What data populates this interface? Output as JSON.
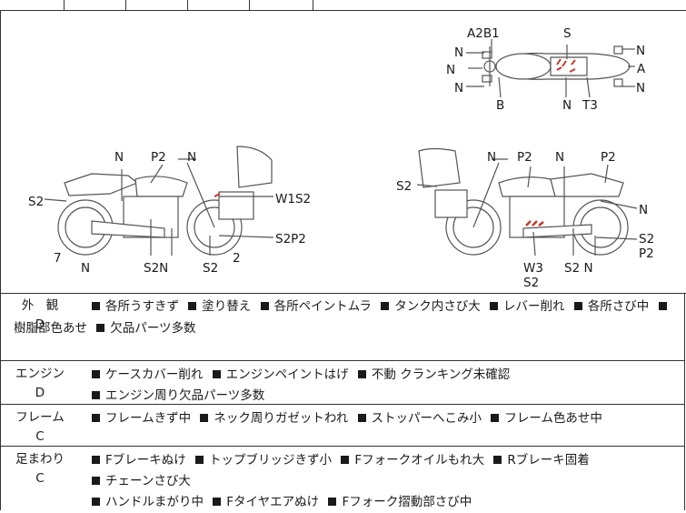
{
  "diagram": {
    "top_view_labels": {
      "a2b1": "A2B1",
      "s": "S",
      "n1": "N",
      "n2": "N",
      "n3": "N",
      "n4": "N",
      "a": "A",
      "n5": "N",
      "b": "B",
      "n6": "N",
      "t3": "T3"
    },
    "left_view_labels": {
      "n_top": "N",
      "p2": "P2",
      "n_handle": "N",
      "s2_left": "S2",
      "w1s2": "W1S2",
      "s2p2": "S2P2",
      "seven": "7",
      "n_bot1": "N",
      "s2n": "S2N",
      "s2_bot": "S2",
      "two": "2"
    },
    "right_view_labels": {
      "n_handle": "N",
      "p2_a": "P2",
      "n_mid": "N",
      "p2_b": "P2",
      "s2_left": "S2",
      "n_right": "N",
      "s2": "S2",
      "p2": "P2",
      "w3": "W3",
      "s2_w": "S2",
      "s2n": "S2 N"
    }
  },
  "rows": [
    {
      "category": "外　観",
      "grade": "D",
      "items": [
        "各所うすきず",
        "塗り替え",
        "各所ペイントムラ",
        "タンク内さび大",
        "レバー削れ",
        "各所さび中",
        "樹脂部色あせ",
        "欠品パーツ多数"
      ]
    },
    {
      "category": "エンジン",
      "grade": "D",
      "items": [
        "ケースカバー削れ",
        "エンジンペイントはげ",
        "不動 クランキング未確認",
        "エンジン周り欠品パーツ多数"
      ]
    },
    {
      "category": "フレーム",
      "grade": "C",
      "items": [
        "フレームきず中",
        "ネック周りガゼットわれ",
        "ストッパーへこみ小",
        "フレーム色あせ中"
      ]
    },
    {
      "category": "足まわり",
      "grade": "C",
      "items": [
        "Fブレーキぬけ",
        "トップブリッジきず小",
        "Fフォークオイルもれ大",
        "Rブレーキ固着",
        "チェーンさび大",
        "ハンドルまがり中",
        "Fタイヤエアぬけ",
        "Fフォーク摺動部さび中"
      ]
    }
  ]
}
